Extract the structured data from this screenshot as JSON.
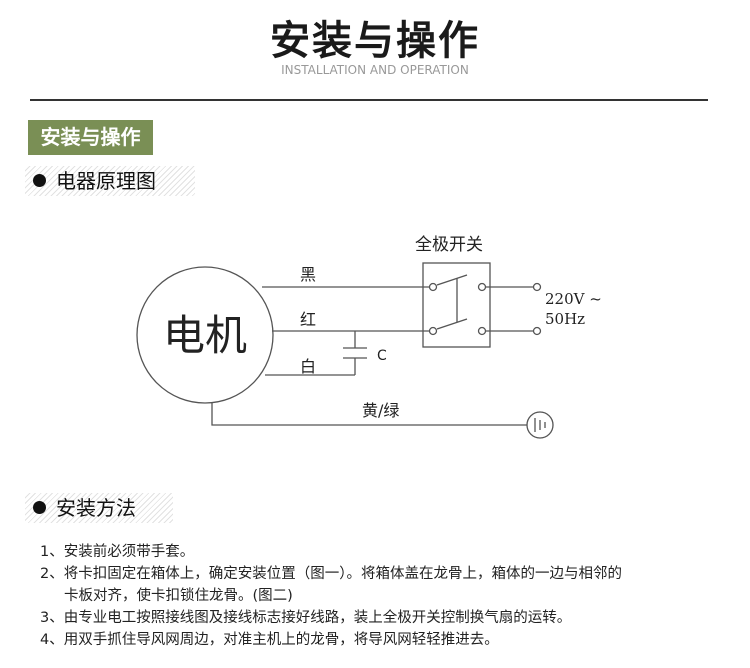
{
  "header": {
    "title": "安装与操作",
    "subtitle": "INSTALLATION AND OPERATION"
  },
  "badge": "安装与操作",
  "section1": {
    "heading": "电器原理图"
  },
  "diagram": {
    "motor": "电机",
    "switch_label": "全极开关",
    "wire_black": "黑",
    "wire_red": "红",
    "wire_white": "白",
    "capacitor": "C",
    "ground_wire": "黄/绿",
    "supply_voltage": "220V ~",
    "supply_freq": "50Hz"
  },
  "section2": {
    "heading": "安装方法"
  },
  "steps": [
    "1、安装前必须带手套。",
    "2、将卡扣固定在箱体上，确定安装位置（图一）。将箱体盖在龙骨上，箱体的一边与相邻的",
    "卡板对齐，使卡扣锁住龙骨。(图二)",
    "3、由专业电工按照接线图及接线标志接好线路，装上全极开关控制换气扇的运转。",
    "4、用双手抓住导风网周边，对准主机上的龙骨，将导风网轻轻推进去。"
  ]
}
